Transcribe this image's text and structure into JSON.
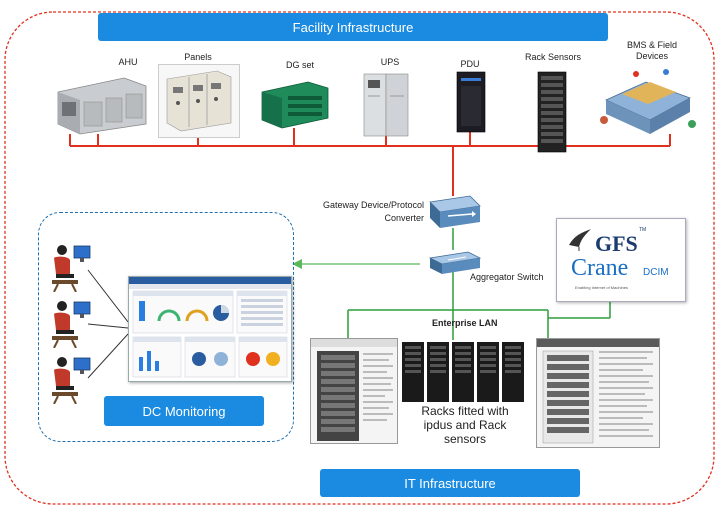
{
  "banners": {
    "facility": "Facility Infrastructure",
    "it": "IT Infrastructure",
    "dc_monitoring": "DC Monitoring"
  },
  "devices": {
    "ahu": "AHU",
    "panels": "Panels",
    "dg_set": "DG set",
    "ups": "UPS",
    "pdu": "PDU",
    "rack_sensors": "Rack Sensors",
    "bms_line1": "BMS & Field",
    "bms_line2": "Devices"
  },
  "labels": {
    "gateway_line1": "Gateway Device/Protocol",
    "gateway_line2": "Converter",
    "aggregator": "Aggregator Switch",
    "enterprise_lan": "Enterprise LAN",
    "racks_line1": "Racks fitted with",
    "racks_line2": "ipdus and Rack",
    "racks_line3": "sensors"
  },
  "logo": {
    "brand_top": "GFS",
    "brand_bottom": "Crane",
    "suffix": "DCIM",
    "tm": "TM",
    "tagline": "Enabling Internet of Machines"
  },
  "colors": {
    "banner_blue": "#1a8be0",
    "facility_bus_red": "#e0301e",
    "lan_green": "#2e9e3a",
    "outer_border_red": "#e0301e",
    "monitor_border_blue": "#1c6fb0"
  }
}
